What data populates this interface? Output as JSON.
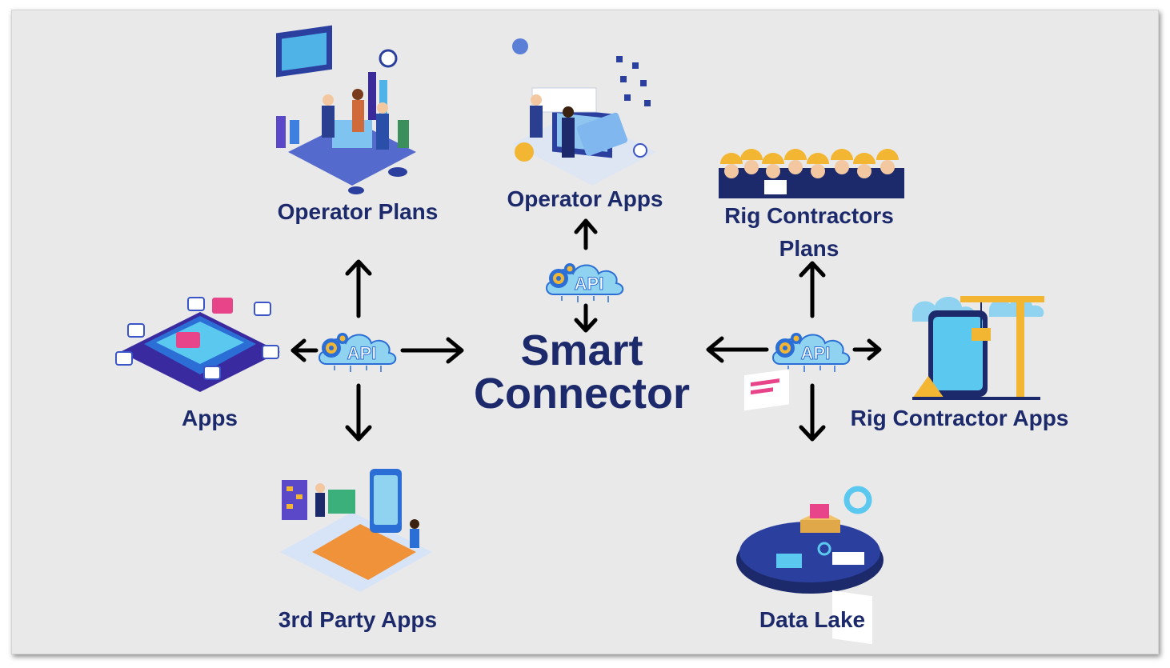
{
  "center": {
    "line1": "Smart",
    "line2": "Connector"
  },
  "api_badge_text": "API",
  "nodes": {
    "operator_plans": "Operator Plans",
    "operator_apps": "Operator Apps",
    "rig_contractors_plans_line1": "Rig Contractors",
    "rig_contractors_plans_line2": "Plans",
    "apps": "Apps",
    "rig_contractor_apps": "Rig Contractor Apps",
    "third_party_apps": "3rd Party Apps",
    "data_lake": "Data Lake"
  },
  "colors": {
    "label": "#1c2a6b",
    "background": "#e9e9e9",
    "api_cloud": "#8fd3f0",
    "api_cloud_dark": "#2b6fd6",
    "gear": "#f2b632",
    "arrow": "#000000"
  },
  "icons": {
    "operator_plans": "business-meeting-illustration",
    "operator_apps": "developer-workstation-illustration",
    "rig_contractors_plans": "hard-hat-workers-illustration",
    "apps": "mobile-app-platform-illustration",
    "rig_contractor_apps": "crane-phone-illustration",
    "third_party_apps": "mobile-ux-illustration",
    "data_lake": "data-platform-illustration",
    "api": "api-cloud-gear-icon"
  }
}
